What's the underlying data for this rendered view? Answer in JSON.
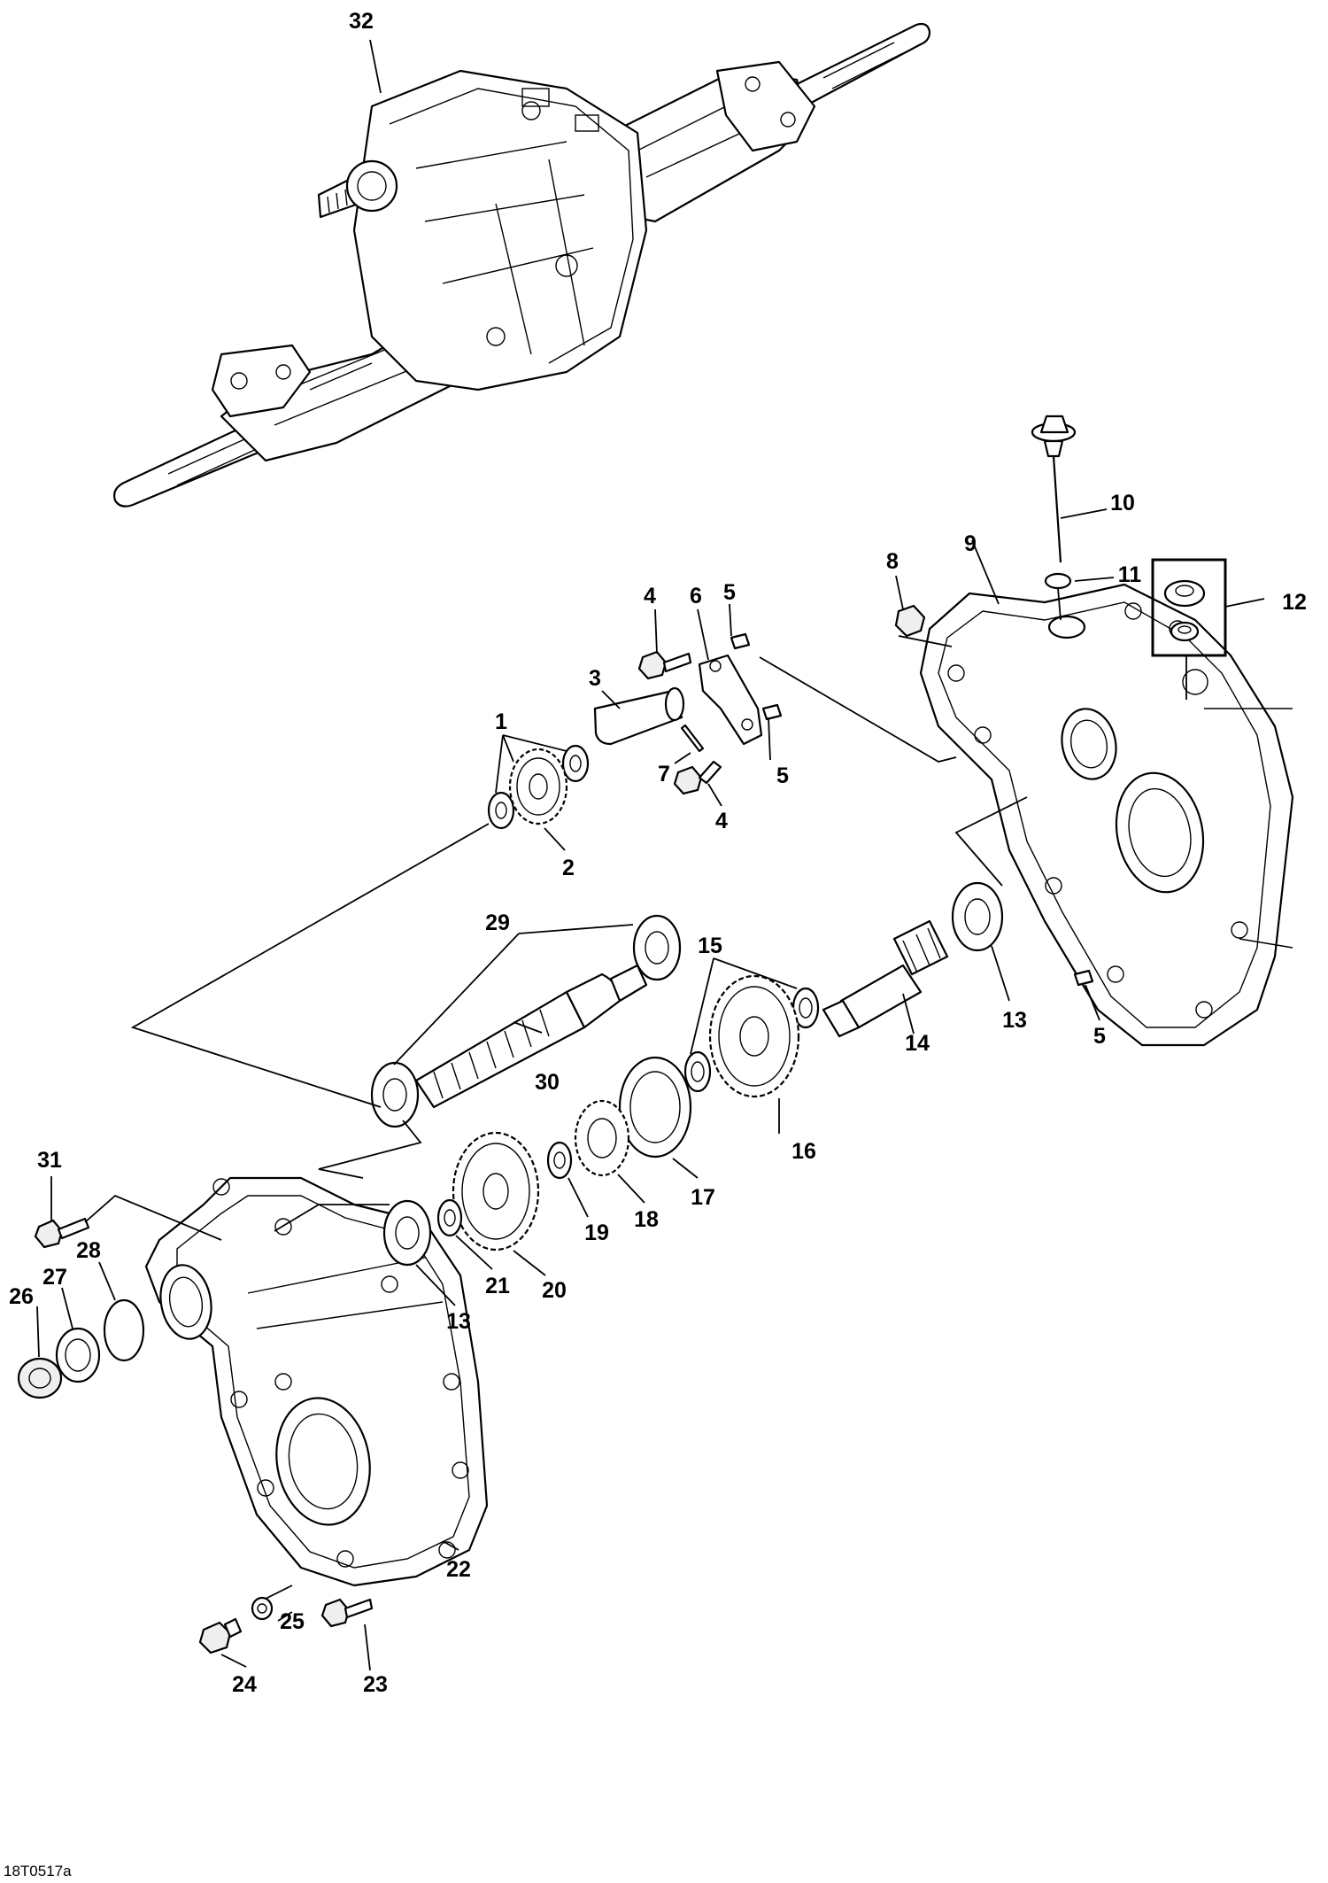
{
  "callouts": {
    "c1": "1",
    "c2": "2",
    "c3": "3",
    "c4a": "4",
    "c4b": "4",
    "c5a": "5",
    "c5b": "5",
    "c5c": "5",
    "c6": "6",
    "c7": "7",
    "c8": "8",
    "c9": "9",
    "c10": "10",
    "c11": "11",
    "c12": "12",
    "c13a": "13",
    "c13b": "13",
    "c14": "14",
    "c15": "15",
    "c16": "16",
    "c17": "17",
    "c18": "18",
    "c19": "19",
    "c20": "20",
    "c21": "21",
    "c22": "22",
    "c23": "23",
    "c24": "24",
    "c25": "25",
    "c26": "26",
    "c27": "27",
    "c28": "28",
    "c29": "29",
    "c30": "30",
    "c31": "31",
    "c32": "32"
  },
  "figure_code": "18T0517a"
}
